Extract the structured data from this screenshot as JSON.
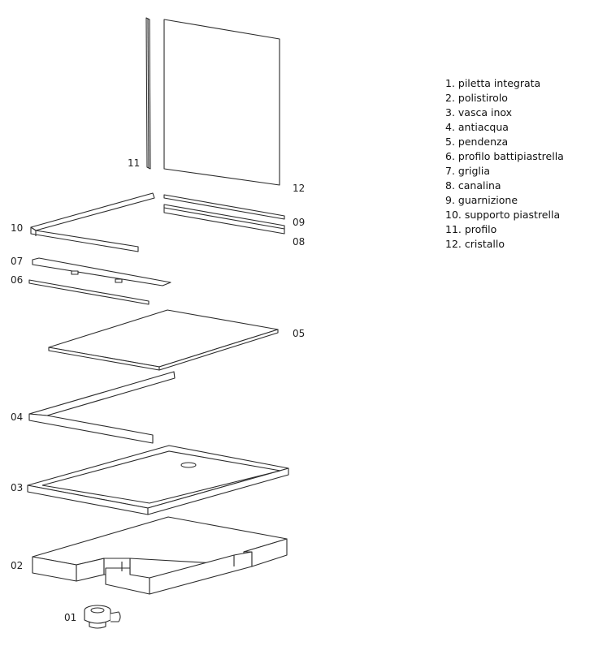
{
  "part_numbers": {
    "n01": "01",
    "n02": "02",
    "n03": "03",
    "n04": "04",
    "n05": "05",
    "n06": "06",
    "n07": "07",
    "n08": "08",
    "n09": "09",
    "n10": "10",
    "n11": "11",
    "n12": "12"
  },
  "legend": [
    "1. piletta integrata",
    "2. polistirolo",
    "3. vasca inox",
    "4. antiacqua",
    "5. pendenza",
    "6. profilo battipiastrella",
    "7. griglia",
    "8. canalina",
    "9. guarnizione",
    "10. supporto piastrella",
    "11. profilo",
    "12. cristallo"
  ]
}
